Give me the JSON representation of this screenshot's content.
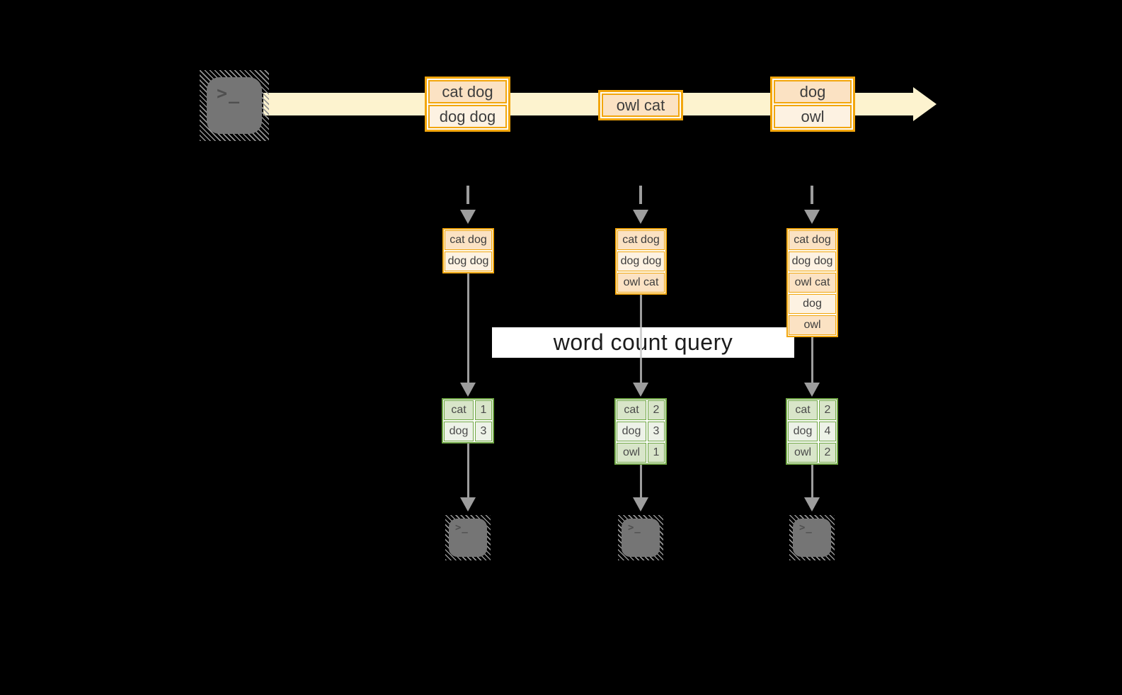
{
  "query_label": "word count query",
  "icons": {
    "terminal_prompt": ">_"
  },
  "colors": {
    "background": "#000000",
    "stream_band": "#fdf3cf",
    "event_border": "#f2a60d",
    "event_cell_dark": "#fbe2c3",
    "event_cell_light": "#fdf2e2",
    "result_border": "#71a846",
    "result_cell_dark": "#d8e5c9",
    "result_cell_light": "#edf2e8",
    "arrow_gray": "#9d9d9d",
    "terminal_gray": "#757575",
    "label_background": "#ffffff",
    "label_text": "#1c1c1c"
  },
  "stream": {
    "events": [
      {
        "cells": [
          "cat dog",
          "dog dog"
        ]
      },
      {
        "cells": [
          "owl cat"
        ]
      },
      {
        "cells": [
          "dog",
          "owl"
        ]
      }
    ]
  },
  "columns": [
    {
      "state": [
        "cat dog",
        "dog dog"
      ],
      "result": [
        {
          "word": "cat",
          "count": "1"
        },
        {
          "word": "dog",
          "count": "3"
        }
      ]
    },
    {
      "state": [
        "cat dog",
        "dog dog",
        "owl cat"
      ],
      "result": [
        {
          "word": "cat",
          "count": "2"
        },
        {
          "word": "dog",
          "count": "3"
        },
        {
          "word": "owl",
          "count": "1"
        }
      ]
    },
    {
      "state": [
        "cat dog",
        "dog dog",
        "owl cat",
        "dog",
        "owl"
      ],
      "result": [
        {
          "word": "cat",
          "count": "2"
        },
        {
          "word": "dog",
          "count": "4"
        },
        {
          "word": "owl",
          "count": "2"
        }
      ]
    }
  ]
}
